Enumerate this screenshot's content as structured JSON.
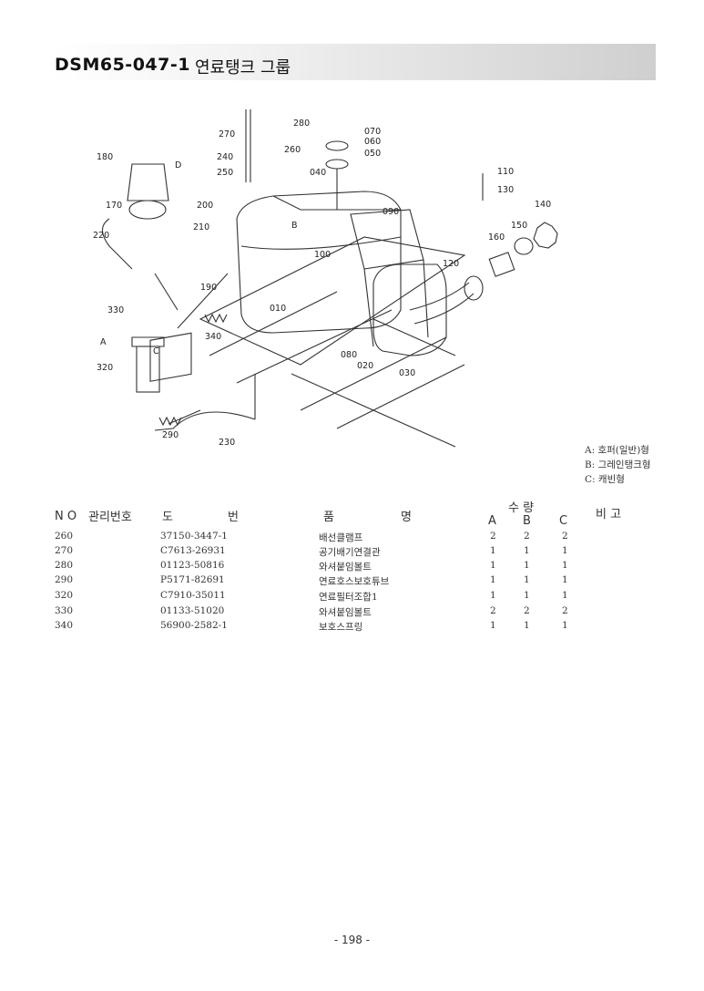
{
  "header": {
    "code": "DSM65-047-1",
    "name": "연료탱크 그룹"
  },
  "diagram_labels": [
    "280",
    "270",
    "260",
    "070",
    "060",
    "050",
    "180",
    "240",
    "250",
    "040",
    "D",
    "110",
    "130",
    "170",
    "200",
    "090",
    "140",
    "B",
    "210",
    "150",
    "220",
    "160",
    "120",
    "100",
    "190",
    "010",
    "330",
    "340",
    "A",
    "C",
    "080",
    "020",
    "030",
    "320",
    "290",
    "230"
  ],
  "legend": [
    "A: 호퍼(일반)형",
    "B: 그레인탱크형",
    "C: 캐빈형"
  ],
  "table": {
    "headers": {
      "no": "N O",
      "mgmt": "관리번호",
      "drawing_a": "도",
      "drawing_b": "번",
      "part_a": "품",
      "part_b": "명",
      "qty": "수 량",
      "qty_a": "A",
      "qty_b": "B",
      "qty_c": "C",
      "remark": "비 고"
    },
    "rows": [
      {
        "no": "260",
        "drawing": "37150-3447-1",
        "name": "배선클램프",
        "a": "2",
        "b": "2",
        "c": "2"
      },
      {
        "no": "270",
        "drawing": "C7613-26931",
        "name": "공기배기연결관",
        "a": "1",
        "b": "1",
        "c": "1"
      },
      {
        "no": "280",
        "drawing": "01123-50816",
        "name": "와셔붙임볼트",
        "a": "1",
        "b": "1",
        "c": "1"
      },
      {
        "no": "290",
        "drawing": "P5171-82691",
        "name": "연료호스보호튜브",
        "a": "1",
        "b": "1",
        "c": "1"
      },
      {
        "no": "320",
        "drawing": "C7910-35011",
        "name": "연료필터조합1",
        "a": "1",
        "b": "1",
        "c": "1"
      },
      {
        "no": "330",
        "drawing": "01133-51020",
        "name": "와셔붙임볼트",
        "a": "2",
        "b": "2",
        "c": "2"
      },
      {
        "no": "340",
        "drawing": "56900-2582-1",
        "name": "보호스프링",
        "a": "1",
        "b": "1",
        "c": "1"
      }
    ]
  },
  "page_number": "- 198 -"
}
